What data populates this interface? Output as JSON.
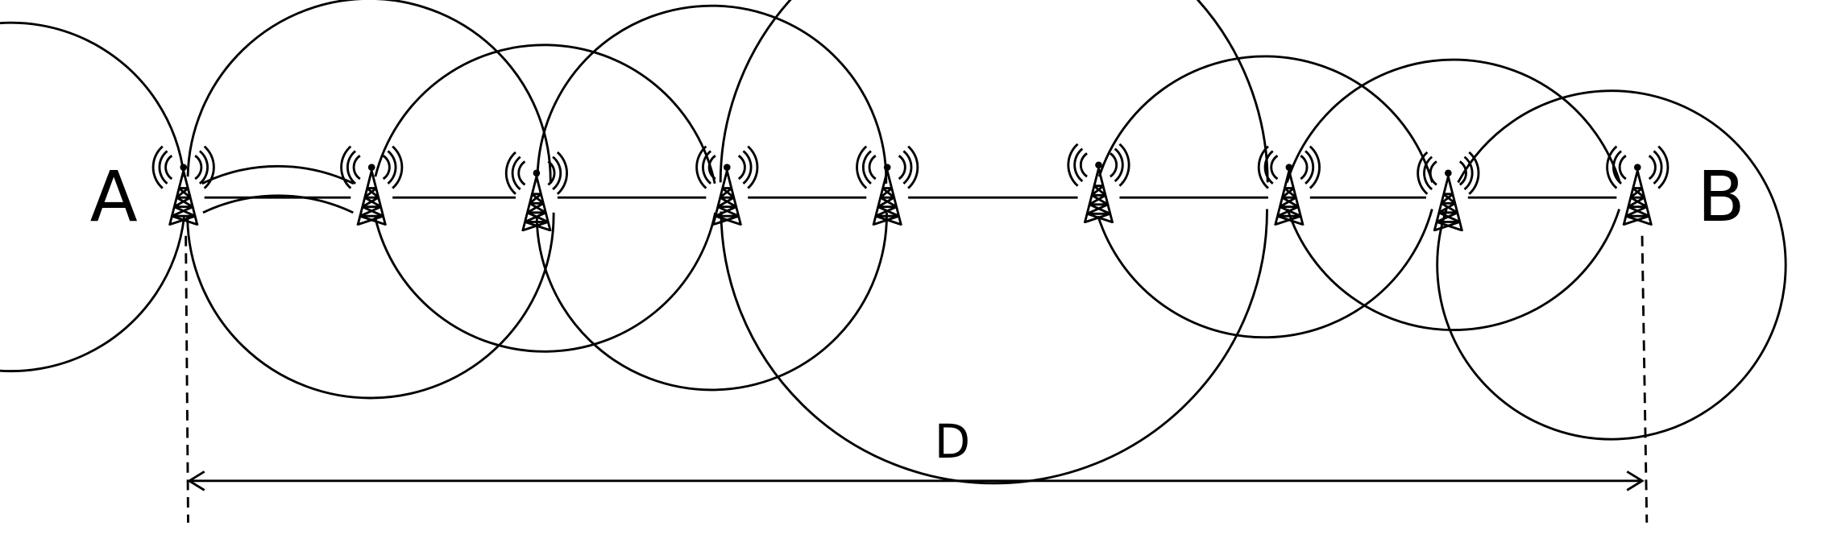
{
  "labels": {
    "start": "A",
    "end": "B",
    "distance": "D"
  },
  "icons": {
    "relay": "radio-tower-icon"
  },
  "colors": {
    "stroke": "#000000",
    "background": "#ffffff"
  }
}
